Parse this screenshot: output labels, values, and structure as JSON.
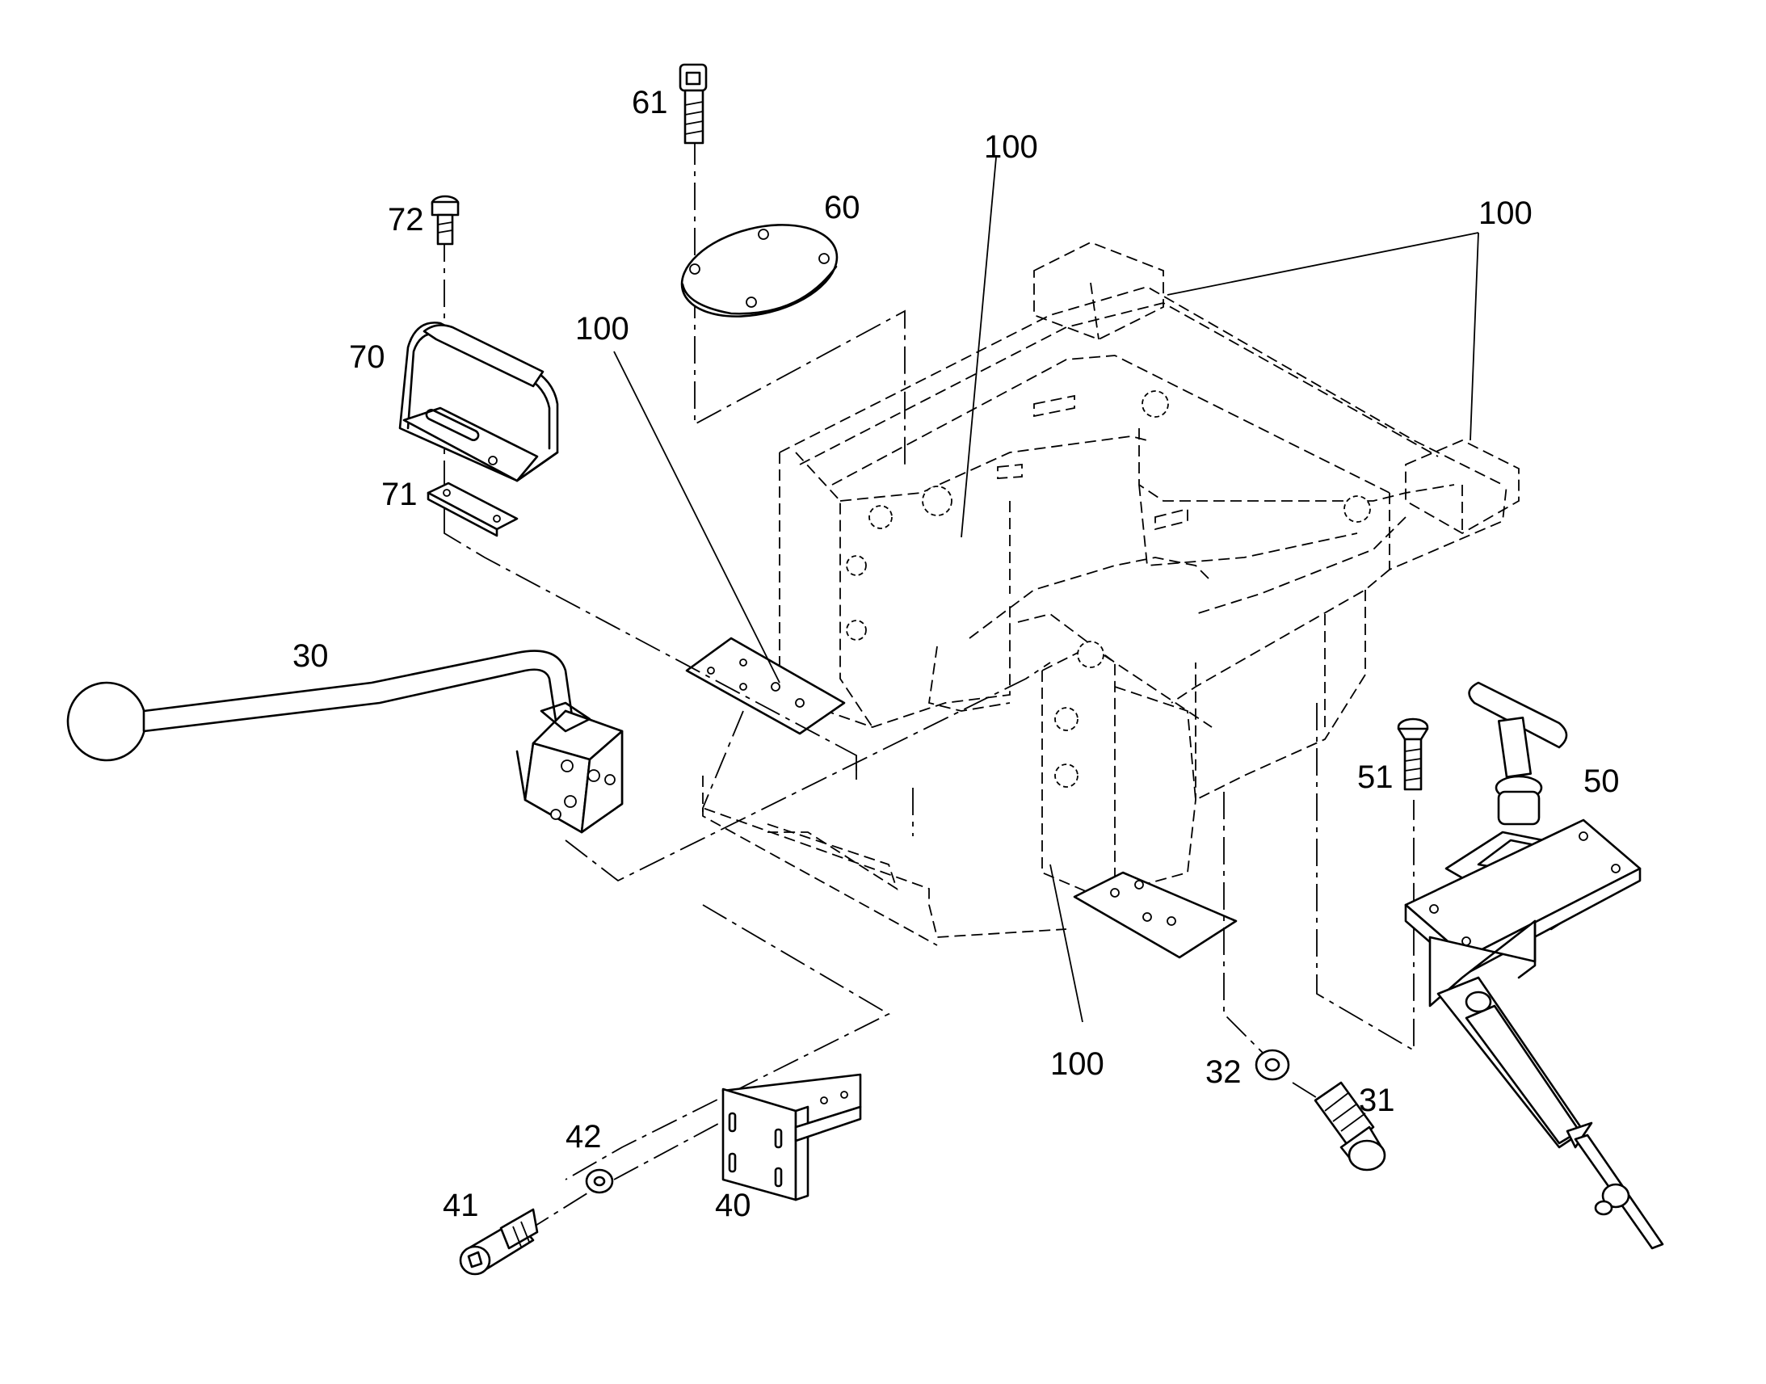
{
  "callouts": {
    "c61": "61",
    "c60": "60",
    "c72": "72",
    "c70": "70",
    "c71": "71",
    "c100_top": "100",
    "c100_right": "100",
    "c100_left": "100",
    "c100_bottom": "100",
    "c30": "30",
    "c51": "51",
    "c50": "50",
    "c32": "32",
    "c31": "31",
    "c42": "42",
    "c41": "41",
    "c40": "40"
  }
}
